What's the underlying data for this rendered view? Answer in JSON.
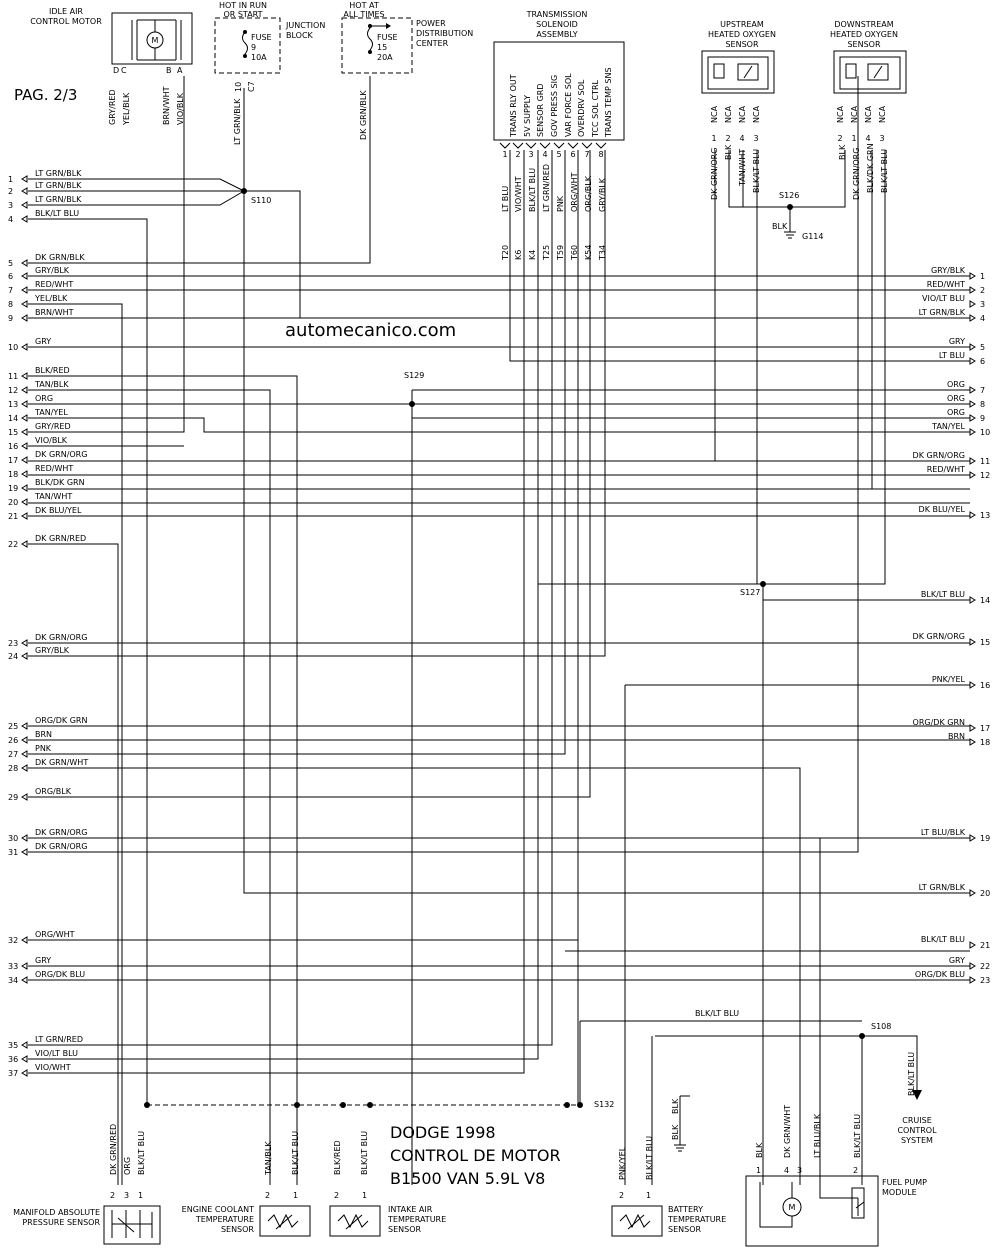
{
  "page_label": "PAG. 2/3",
  "watermark": "automecanico.com",
  "title": {
    "line1": "DODGE 1998",
    "line2": "CONTROL DE MOTOR",
    "line3": "B1500 VAN 5.9L V8"
  },
  "components": {
    "iac_motor": {
      "label1": "IDLE AIR",
      "label2": "CONTROL MOTOR",
      "pins": [
        "D",
        "C",
        "B",
        "A"
      ],
      "motor": "M"
    },
    "fuse9": {
      "hot1": "HOT IN RUN",
      "hot2": "OR START",
      "fuse": "FUSE",
      "num": "9",
      "amp": "10A",
      "block1": "JUNCTION",
      "block2": "BLOCK",
      "pin_num": "10",
      "pin_conn": "C7"
    },
    "fuse15": {
      "hot1": "HOT AT",
      "hot2": "ALL TIMES",
      "fuse": "FUSE",
      "num": "15",
      "amp": "20A",
      "block1": "POWER",
      "block2": "DISTRIBUTION",
      "block3": "CENTER"
    },
    "trans_solenoid": {
      "label1": "TRANSMISSION",
      "label2": "SOLENOID",
      "label3": "ASSEMBLY",
      "functions": [
        "TRANS RLY OUT",
        "5V SUPPLY",
        "SENSOR GRD",
        "GOV PRESS SIG",
        "VAR FORCE SOL",
        "OVERDRV SOL",
        "TCC SOL CTRL",
        "TRANS TEMP SNS"
      ],
      "pins": [
        "1",
        "2",
        "3",
        "4",
        "5",
        "6",
        "7",
        "8"
      ],
      "wires": [
        "LT BLU",
        "VIO/WHT",
        "BLK/LT BLU",
        "LT GRN/RED",
        "PNK",
        "ORG/WHT",
        "ORG/BLK",
        "GRY/BLK"
      ],
      "cav": [
        "T20",
        "K6",
        "K4",
        "T25",
        "T59",
        "T60",
        "K54",
        "T34"
      ]
    },
    "upstream_o2": {
      "label1": "UPSTREAM",
      "label2": "HEATED OXYGEN",
      "label3": "SENSOR",
      "nca": [
        "NCA",
        "NCA",
        "NCA",
        "NCA"
      ],
      "pins": [
        "1",
        "2",
        "4",
        "3"
      ],
      "wires": [
        "DK GRN/ORG",
        "BLK",
        "TAN/WHT",
        "BLK/LT BLU"
      ]
    },
    "downstream_o2": {
      "label1": "DOWNSTREAM",
      "label2": "HEATED OXYGEN",
      "label3": "SENSOR",
      "nca": [
        "NCA",
        "NCA",
        "NCA",
        "NCA"
      ],
      "pins": [
        "2",
        "1",
        "4",
        "3"
      ],
      "wires": [
        "BLK",
        "DK GRN/ORG",
        "BLK/DK GRN",
        "BLK/LT BLU"
      ]
    },
    "iac_wires": [
      "GRY/RED",
      "YEL/BLK",
      "BRN/WHT",
      "VIO/BLK"
    ],
    "fuse9_wire": "LT GRN/BLK",
    "fuse15_wire": "DK GRN/BLK",
    "map_sensor": {
      "label1": "MANIFOLD ABSOLUTE",
      "label2": "PRESSURE SENSOR",
      "pins": [
        "2",
        "3",
        "1"
      ],
      "wires": [
        "DK GRN/RED",
        "ORG",
        "BLK/LT BLU"
      ]
    },
    "ect_sensor": {
      "label1": "ENGINE COOLANT",
      "label2": "TEMPERATURE",
      "label3": "SENSOR",
      "pins": [
        "2",
        "1"
      ],
      "wires": [
        "TAN/BLK",
        "BLK/LT BLU"
      ]
    },
    "iat_sensor": {
      "label1": "INTAKE AIR",
      "label2": "TEMPERATURE",
      "label3": "SENSOR",
      "pins": [
        "2",
        "1"
      ],
      "wires": [
        "BLK/RED",
        "BLK/LT BLU"
      ]
    },
    "battery_sensor": {
      "label1": "BATTERY",
      "label2": "TEMPERATURE",
      "label3": "SENSOR",
      "pins": [
        "2",
        "1"
      ],
      "wires": [
        "PNK/YEL",
        "BLK/LT BLU"
      ]
    },
    "fuel_pump": {
      "label1": "FUEL PUMP",
      "label2": "MODULE",
      "pins": [
        "1",
        "4",
        "3",
        "2"
      ],
      "wires": [
        "BLK",
        "DK GRN/WHT",
        "LT BLU/BLK",
        "BLK/LT BLU"
      ],
      "motor": "M"
    },
    "cruise": {
      "label1": "CRUISE",
      "label2": "CONTROL",
      "label3": "SYSTEM",
      "wire": "BLK/LT BLU"
    },
    "bat_ground_wire": "BLK"
  },
  "splices": {
    "s110": "S110",
    "s126": "S126",
    "g114": "G114",
    "s126_wire": "BLK",
    "s127": "S127",
    "s129": "S129",
    "s132": "S132",
    "s108": "S108",
    "s108_wire": "BLK/LT BLU"
  },
  "left_pins": [
    {
      "n": "1",
      "w": "LT GRN/BLK"
    },
    {
      "n": "2",
      "w": "LT GRN/BLK"
    },
    {
      "n": "3",
      "w": "LT GRN/BLK"
    },
    {
      "n": "4",
      "w": "BLK/LT BLU"
    },
    {
      "n": "5",
      "w": "DK GRN/BLK"
    },
    {
      "n": "6",
      "w": "GRY/BLK"
    },
    {
      "n": "7",
      "w": "RED/WHT"
    },
    {
      "n": "8",
      "w": "YEL/BLK"
    },
    {
      "n": "9",
      "w": "BRN/WHT"
    },
    {
      "n": "10",
      "w": "GRY"
    },
    {
      "n": "11",
      "w": "BLK/RED"
    },
    {
      "n": "12",
      "w": "TAN/BLK"
    },
    {
      "n": "13",
      "w": "ORG"
    },
    {
      "n": "14",
      "w": "TAN/YEL"
    },
    {
      "n": "15",
      "w": "GRY/RED"
    },
    {
      "n": "16",
      "w": "VIO/BLK"
    },
    {
      "n": "17",
      "w": "DK GRN/ORG"
    },
    {
      "n": "18",
      "w": "RED/WHT"
    },
    {
      "n": "19",
      "w": "BLK/DK GRN"
    },
    {
      "n": "20",
      "w": "TAN/WHT"
    },
    {
      "n": "21",
      "w": "DK BLU/YEL"
    },
    {
      "n": "22",
      "w": "DK GRN/RED"
    },
    {
      "n": "23",
      "w": "DK GRN/ORG"
    },
    {
      "n": "24",
      "w": "GRY/BLK"
    },
    {
      "n": "25",
      "w": "ORG/DK GRN"
    },
    {
      "n": "26",
      "w": "BRN"
    },
    {
      "n": "27",
      "w": "PNK"
    },
    {
      "n": "28",
      "w": "DK GRN/WHT"
    },
    {
      "n": "29",
      "w": "ORG/BLK"
    },
    {
      "n": "30",
      "w": "DK GRN/ORG"
    },
    {
      "n": "31",
      "w": "DK GRN/ORG"
    },
    {
      "n": "32",
      "w": "ORG/WHT"
    },
    {
      "n": "33",
      "w": "GRY"
    },
    {
      "n": "34",
      "w": "ORG/DK BLU"
    },
    {
      "n": "35",
      "w": "LT GRN/RED"
    },
    {
      "n": "36",
      "w": "VIO/LT BLU"
    },
    {
      "n": "37",
      "w": "VIO/WHT"
    }
  ],
  "right_pins": [
    {
      "n": "1",
      "w": "GRY/BLK"
    },
    {
      "n": "2",
      "w": "RED/WHT"
    },
    {
      "n": "3",
      "w": "VIO/LT BLU"
    },
    {
      "n": "4",
      "w": "LT GRN/BLK"
    },
    {
      "n": "5",
      "w": "GRY"
    },
    {
      "n": "6",
      "w": "LT BLU"
    },
    {
      "n": "7",
      "w": "ORG"
    },
    {
      "n": "8",
      "w": "ORG"
    },
    {
      "n": "9",
      "w": "ORG"
    },
    {
      "n": "10",
      "w": "TAN/YEL"
    },
    {
      "n": "11",
      "w": "DK GRN/ORG"
    },
    {
      "n": "12",
      "w": "RED/WHT"
    },
    {
      "n": "13",
      "w": "DK BLU/YEL"
    },
    {
      "n": "14",
      "w": "BLK/LT BLU"
    },
    {
      "n": "15",
      "w": "DK GRN/ORG"
    },
    {
      "n": "16",
      "w": "PNK/YEL"
    },
    {
      "n": "17",
      "w": "ORG/DK GRN"
    },
    {
      "n": "18",
      "w": "BRN"
    },
    {
      "n": "19",
      "w": "LT BLU/BLK"
    },
    {
      "n": "20",
      "w": "LT GRN/BLK"
    },
    {
      "n": "21",
      "w": "BLK/LT BLU"
    },
    {
      "n": "22",
      "w": "GRY"
    },
    {
      "n": "23",
      "w": "ORG/DK BLU"
    }
  ]
}
